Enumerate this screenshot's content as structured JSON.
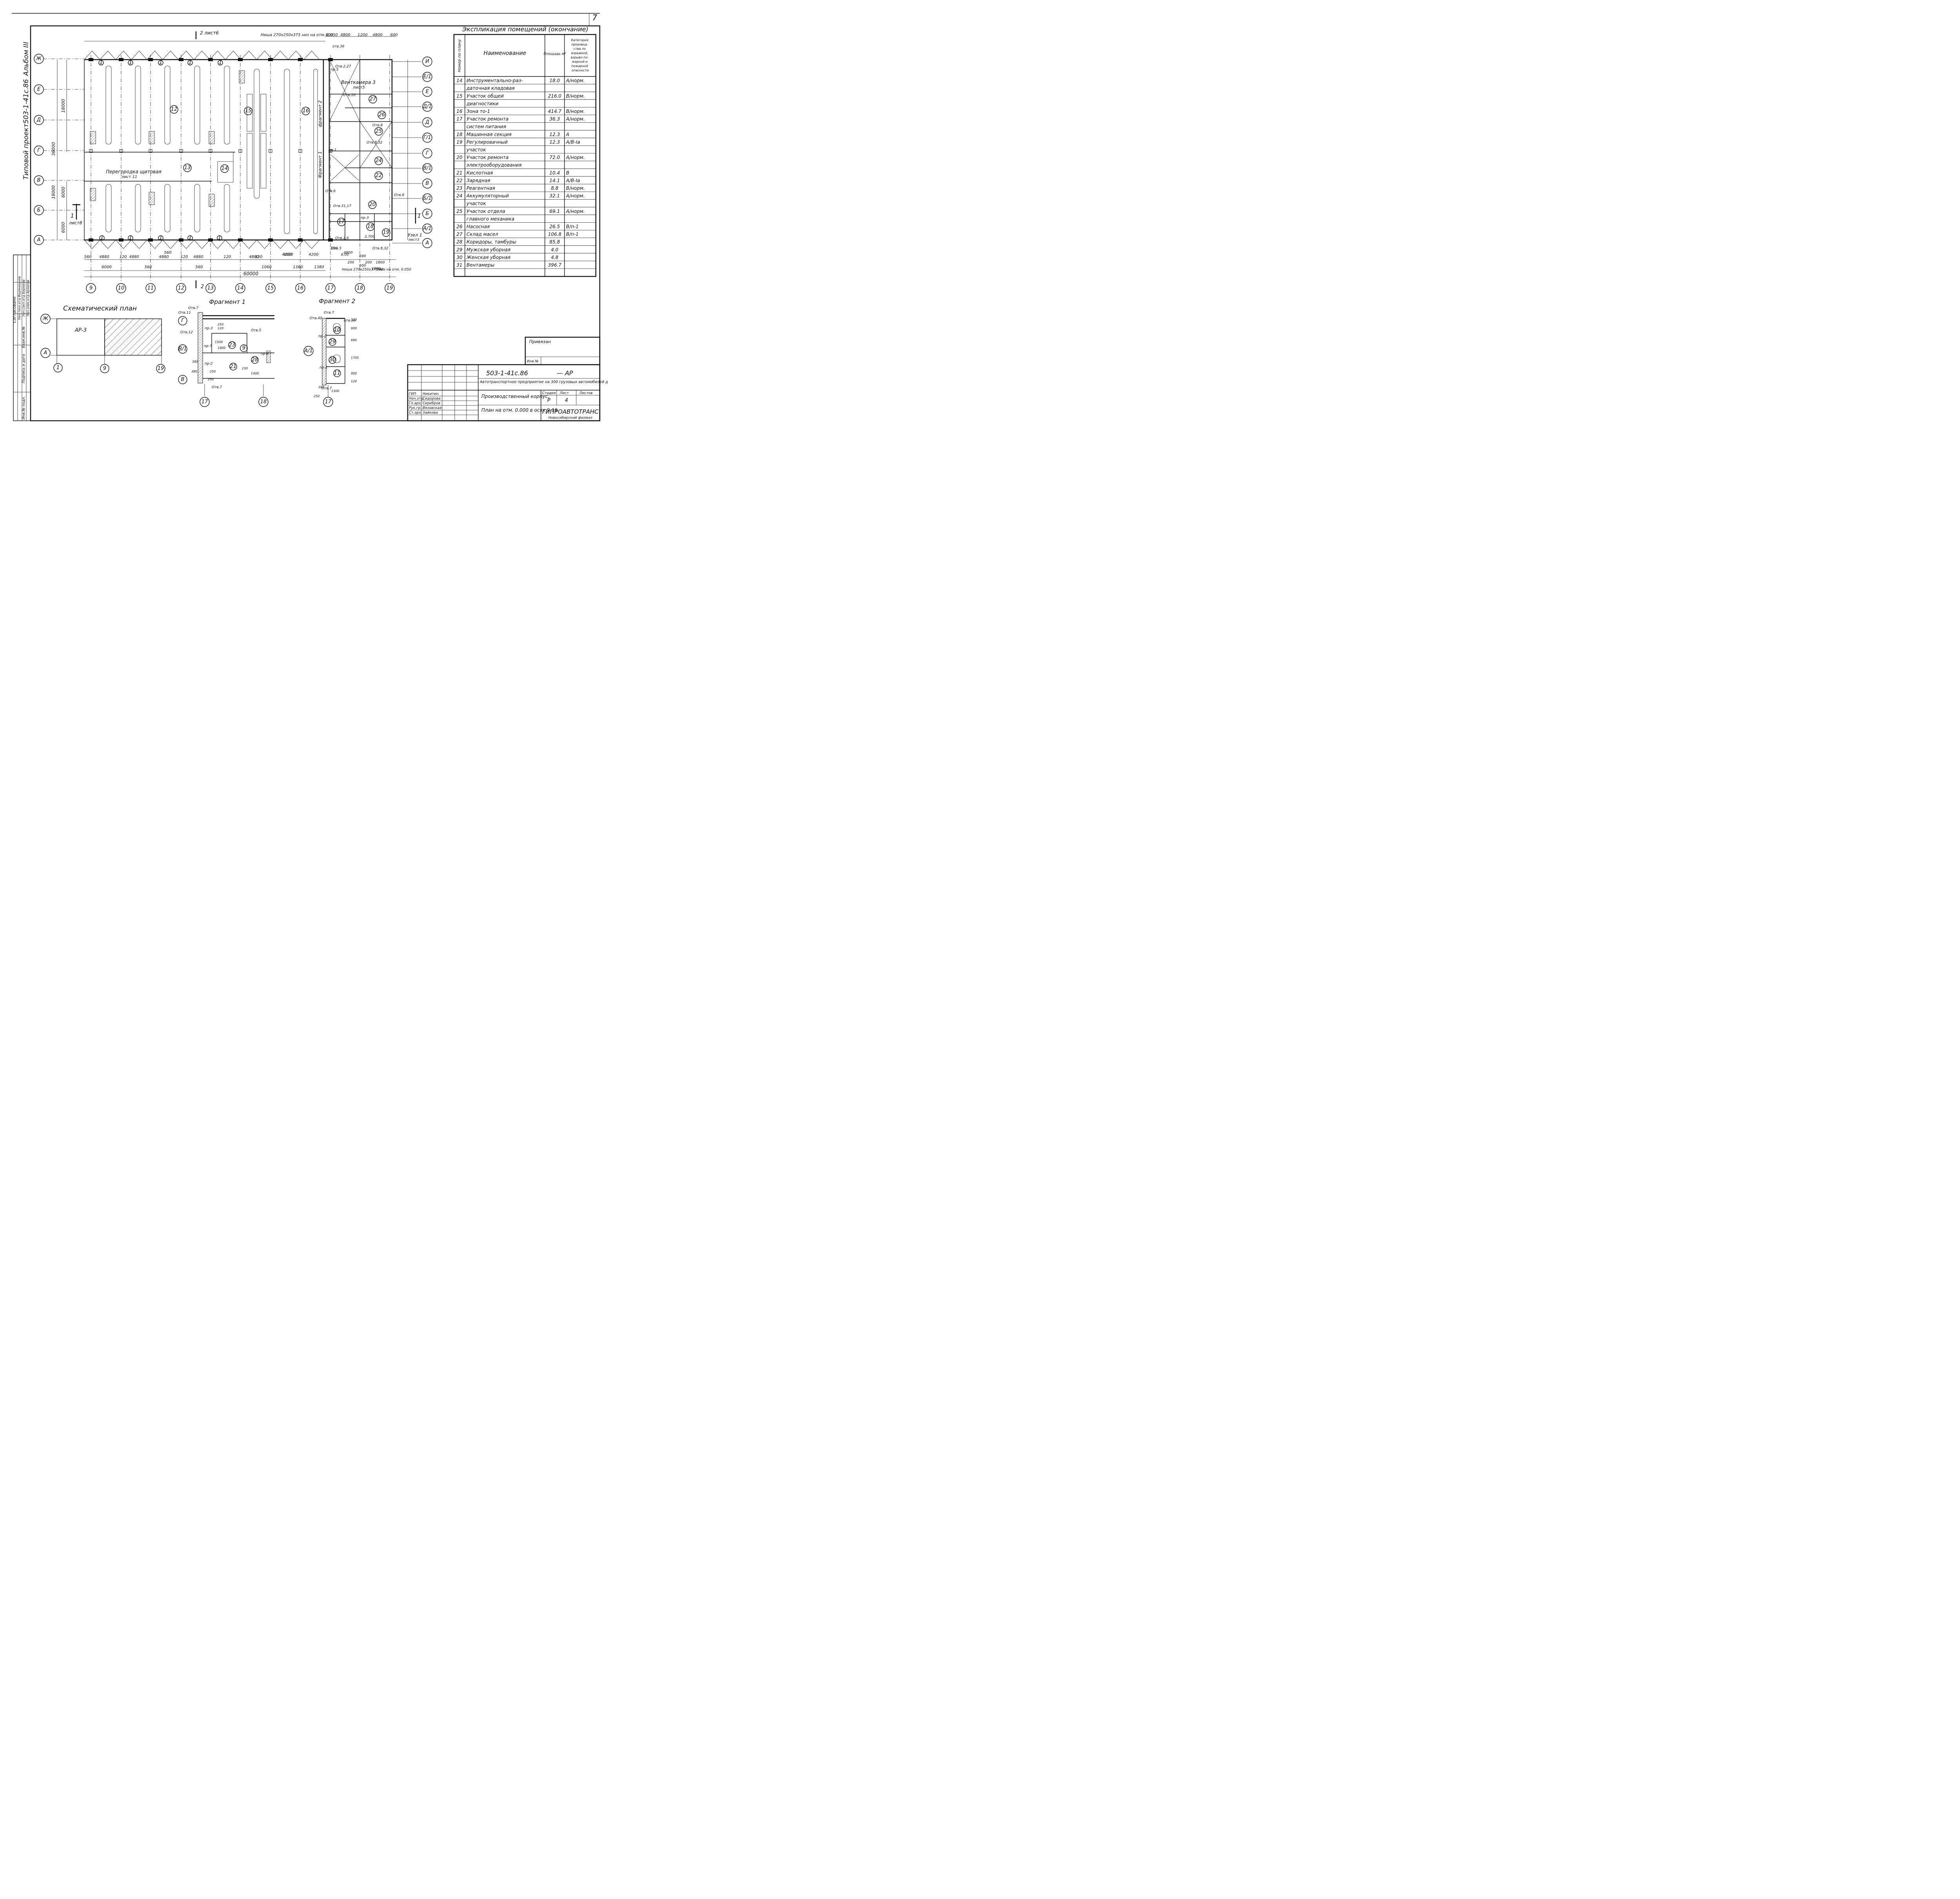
{
  "page_number": "7",
  "album_side": "Альбом III",
  "project_side": "Типовой проект503-1-41с.86",
  "explication": {
    "title": "Экспликация помещений (окончание)",
    "headers": {
      "num": "Номер по плану",
      "name": "Наименование",
      "area": "Площадь м²",
      "cat": "Категория производ-ства по взрывной, взрыво-по-жарной и пожарной опасности"
    },
    "rows": [
      {
        "num": "14",
        "name": "Инструментально-раз-",
        "area": "18.0",
        "cat": "А/норм."
      },
      {
        "num": "",
        "name": "даточная кладовая",
        "area": "",
        "cat": ""
      },
      {
        "num": "15",
        "name": "Участок общей",
        "area": "216.0",
        "cat": "В/норм."
      },
      {
        "num": "",
        "name": "диагностики",
        "area": "",
        "cat": ""
      },
      {
        "num": "16",
        "name": "Зона то-1",
        "area": "414.7",
        "cat": "В/норм."
      },
      {
        "num": "17",
        "name": "Участок ремонта",
        "area": "36.3",
        "cat": "А/норм."
      },
      {
        "num": "",
        "name": "систем питания",
        "area": "",
        "cat": ""
      },
      {
        "num": "18",
        "name": "Машинная секция",
        "area": "12.3",
        "cat": "А"
      },
      {
        "num": "19",
        "name": "Регулировачный",
        "area": "12.3",
        "cat": "А/В-Iа"
      },
      {
        "num": "",
        "name": "участок",
        "area": "",
        "cat": ""
      },
      {
        "num": "20",
        "name": "Участок ремонта",
        "area": "72.0",
        "cat": "А/норм."
      },
      {
        "num": "",
        "name": "электрооборудования",
        "area": "",
        "cat": ""
      },
      {
        "num": "21",
        "name": "Кислотная",
        "area": "10.4",
        "cat": "В"
      },
      {
        "num": "22",
        "name": "Зарядная",
        "area": "14.1",
        "cat": "А/В-Iа"
      },
      {
        "num": "23",
        "name": "Реагентная",
        "area": "8.8",
        "cat": "В/норм."
      },
      {
        "num": "24",
        "name": "Аккумуляторный",
        "area": "32.1",
        "cat": "А/норм."
      },
      {
        "num": "",
        "name": "участок",
        "area": "",
        "cat": ""
      },
      {
        "num": "25",
        "name": "Участок отдела",
        "area": "69.1",
        "cat": "А/норм."
      },
      {
        "num": "",
        "name": "главного механика",
        "area": "",
        "cat": ""
      },
      {
        "num": "26",
        "name": "Насосная",
        "area": "26.5",
        "cat": "В/п-1"
      },
      {
        "num": "27",
        "name": "Склад масел",
        "area": "106.8",
        "cat": "В/п-1"
      },
      {
        "num": "28",
        "name": "Коридоры, тамбуры",
        "area": "85.8",
        "cat": ""
      },
      {
        "num": "29",
        "name": "Мужская уборная",
        "area": "4.0",
        "cat": ""
      },
      {
        "num": "30",
        "name": "Женская уборная",
        "area": "4.8",
        "cat": ""
      },
      {
        "num": "31",
        "name": "Вентамеры",
        "area": "396.7",
        "cat": ""
      }
    ]
  },
  "plan": {
    "top_note_section": "2 лист6",
    "niche_top": "Ниша 270х250х375 низ на отм. 0.050",
    "niche_bottom": "Ниша 270х250х375 низ на отм. 0.050",
    "partition": "Перегородка щитовая",
    "partition_sheet": "лист 11",
    "ventkamera": "Венткамера 3",
    "ventkamera_sheet": "лист5",
    "section_1": "1",
    "section_1_sheet": "лист8",
    "section_2": "2",
    "node": "Узел 1",
    "node_sheet": "лист3",
    "fragment1_label": "Фрагмент 1",
    "fragment2_label": "фрагмент 2",
    "axes_cols": [
      "9",
      "10",
      "11",
      "12",
      "13",
      "14",
      "15",
      "16",
      "17",
      "18",
      "19"
    ],
    "axes_rows_left": [
      "Ж",
      "Е",
      "Д",
      "Г",
      "В",
      "Б",
      "А"
    ],
    "axes_rows_right": [
      "И",
      "Е/1",
      "Е",
      "Д/1",
      "Д",
      "Г/1",
      "Г",
      "В/1",
      "В",
      "Б/1",
      "Б",
      "А/1",
      "А"
    ],
    "room_numbers": [
      "12",
      "13",
      "14",
      "15",
      "16",
      "20",
      "22",
      "24",
      "25",
      "26",
      "27",
      "17",
      "18",
      "19"
    ],
    "dims_left": [
      "36000",
      "18000",
      "18000",
      "6000",
      "6000"
    ],
    "dims_bottom": [
      "560",
      "4880",
      "120",
      "4880",
      "4880",
      "120",
      "4880",
      "120",
      "4880",
      "120",
      "4880",
      "4200",
      "4200"
    ],
    "dims_bottom2": [
      "6000",
      "560",
      "560",
      "560",
      "1060",
      "1380",
      "1380"
    ],
    "overall_width": "60000",
    "dims_top": [
      "600",
      "4800",
      "1200",
      "4800",
      "600"
    ],
    "openings": [
      "отв.39",
      "Отв.2,27",
      "Отв.10",
      "Отв.8",
      "Отв.8,32",
      "Отв.6",
      "Отв.2,6",
      "Отв.5",
      "Отв.8,32",
      "Отв.8",
      "Отв.31,17",
      "пр-3",
      "пр-5",
      "пр-1"
    ],
    "bottom_small_dims": [
      "550",
      "4800",
      "6.00",
      "600",
      "200",
      "1800",
      "1800",
      "200",
      "500",
      "690"
    ],
    "room_18_dims": "2.700",
    "column_marks": "1"
  },
  "schematic": {
    "title": "Схематический план",
    "block_label": "АР-3",
    "row_axes": [
      "Ж",
      "А"
    ],
    "col_axes": [
      "1",
      "9",
      "19"
    ]
  },
  "fragment1": {
    "title": "Фрагмент 1",
    "labels": [
      "Отв.7",
      "Отв.11",
      "Отв.12",
      "Отв.5",
      "Отв.7",
      "пр-3",
      "пр-7",
      "пр-2",
      "пр-8",
      "23",
      "21",
      "28",
      "9"
    ],
    "axes": [
      "Г",
      "В/1",
      "В",
      "17",
      "18"
    ],
    "dims": [
      "250",
      "120",
      "1500",
      "1800",
      "250",
      "380",
      "1400",
      "230",
      "380",
      "250"
    ]
  },
  "fragment2": {
    "title": "Фрагмент 2",
    "labels": [
      "Отв.7",
      "отв.39",
      "Отв.40",
      "пр-2",
      "пр-1",
      "29",
      "30",
      "10",
      "11",
      "Отв.7"
    ],
    "axes": [
      "А/1",
      "17"
    ],
    "dims": [
      "120",
      "900",
      "690",
      "1745",
      "900",
      "120",
      "1300",
      "380",
      "250"
    ]
  },
  "approval": {
    "title": "Согласовано",
    "rows": [
      "Нач.техн.отд Водянишнев",
      "Нач.сант.отд Бирюков",
      "Нач.элек.отд Архипов"
    ],
    "inv": "Взам.инв.№",
    "sign": "Подпись и дата",
    "inv2": "Инв.№ подл."
  },
  "stamp": {
    "code": "503-1-41с.86",
    "sheet_mark": "— АР",
    "tied": "Привязан",
    "inv_no": "Инв.№",
    "org": "Автотранспортное предприятие на 300 грузовых автомобилей для южных районов",
    "building": "Производственный корпус.",
    "plan_title": "План на отм. 0.000 в осях 9-19",
    "stage_label": "Стадия",
    "sheet_label": "Лист",
    "sheets_label": "Листов",
    "stage": "Р",
    "sheet": "4",
    "company": "ГИПРОАВТОТРАНС",
    "branch": "Новосибирский филиал",
    "people": [
      {
        "role": "ГИП",
        "name": "Никитин"
      },
      {
        "role": "Нач.отд.",
        "name": "Сидорова"
      },
      {
        "role": "Гл.арх.",
        "name": "Серебров"
      },
      {
        "role": "Рук.гр.",
        "name": "Вязовская"
      },
      {
        "role": "Ст.арх.",
        "name": "Зайкова"
      }
    ]
  }
}
